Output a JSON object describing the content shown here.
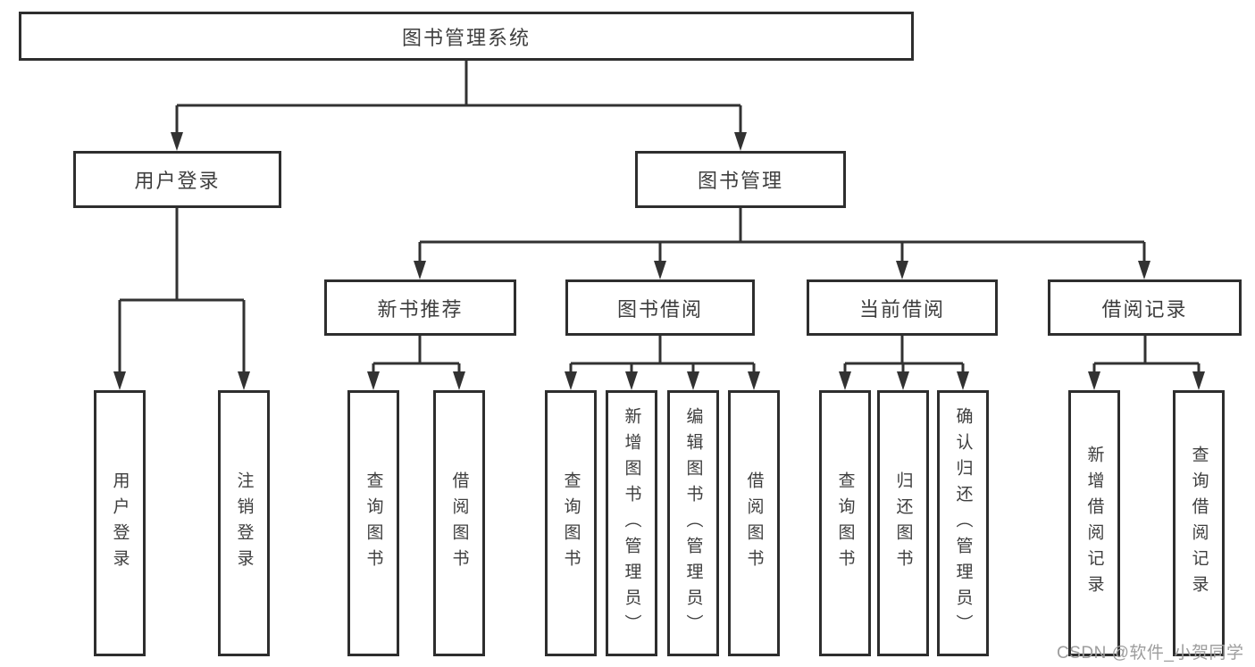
{
  "tree": {
    "label": "图书管理系统",
    "children": [
      {
        "label": "用户登录",
        "children": [
          {
            "label": "用户登录"
          },
          {
            "label": "注销登录"
          }
        ]
      },
      {
        "label": "图书管理",
        "children": [
          {
            "label": "新书推荐",
            "children": [
              {
                "label": "查询图书"
              },
              {
                "label": "借阅图书"
              }
            ]
          },
          {
            "label": "图书借阅",
            "children": [
              {
                "label": "查询图书"
              },
              {
                "label": "新增图书（管理员）"
              },
              {
                "label": "编辑图书（管理员）"
              },
              {
                "label": "借阅图书"
              }
            ]
          },
          {
            "label": "当前借阅",
            "children": [
              {
                "label": "查询图书"
              },
              {
                "label": "归还图书"
              },
              {
                "label": "确认归还（管理员）"
              }
            ]
          },
          {
            "label": "借阅记录",
            "children": [
              {
                "label": "新增借阅记录"
              },
              {
                "label": "查询借阅记录"
              }
            ]
          }
        ]
      }
    ]
  },
  "watermark": {
    "text": "CSDN @软件_小贺同学"
  },
  "colors": {
    "line": "#323232",
    "box_border": "#2e2e2e",
    "text": "#3e3e3e",
    "watermark": "#9d9d9d",
    "background": "#ffffff"
  }
}
